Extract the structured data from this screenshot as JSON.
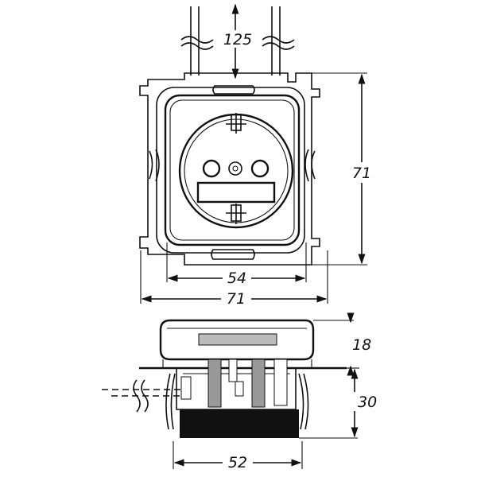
{
  "dimensions": {
    "top_spacing": "125",
    "plate_height": "71",
    "socket_width": "54",
    "plate_width": "71",
    "depth_front": "18",
    "depth_back": "30",
    "body_width": "52"
  }
}
